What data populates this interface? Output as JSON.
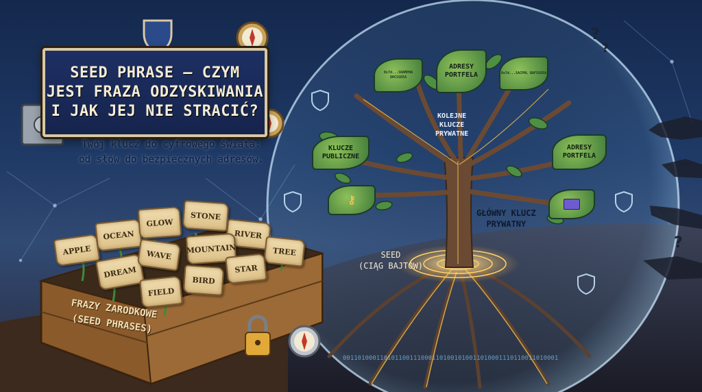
{
  "title": {
    "line1": "SEED PHRASE – CZYM",
    "line2": "JEST FRAZA ODZYSKIWANIA",
    "line3": "I JAK JEJ NIE STRACIĆ?"
  },
  "subtitle": {
    "line1": "Twój klucz do cyfrowego świata:",
    "line2": "od słów do bezpiecznych adresów."
  },
  "seed_words": [
    "APPLE",
    "OCEAN",
    "GLOW",
    "STONE",
    "RIVER",
    "DREAM",
    "WAVE",
    "MOUNTAIN",
    "TREE",
    "FIELD",
    "BIRD",
    "STAR"
  ],
  "crate": {
    "line1": "FRAZY ZARODKOWE",
    "line2": "(SEED PHRASES)"
  },
  "tree": {
    "adresy_top": "ADRESY PORTFELA",
    "kolejne_line1": "KOLEJNE",
    "kolejne_line2": "KLUCZE",
    "kolejne_line3": "PRYWATNE",
    "publiczne_line1": "KLUCZE",
    "publiczne_line2": "PUBLICZNE",
    "adresy_right_line1": "ADRESY",
    "adresy_right_line2": "PORTFELA",
    "main_key_line1": "GŁÓWNY KLUCZ",
    "main_key_line2": "PRYWATNY",
    "seed_line1": "SEED",
    "seed_line2": "(CIĄG BAJTÓW)",
    "leaf_tiny_1": "0x7d...SOAMPHA DHCSSEEA",
    "leaf_tiny_2": "0x7d...SACPHL BAFSSEEA"
  },
  "binary": "0011010001101011001110001101001010011010001110110011010001",
  "colors": {
    "accent_gold": "#f2c14e",
    "sphere_glow": "#9fd6ff",
    "banner_bg": "#1d2f63",
    "leaf_green": "#6aa84f",
    "wood": "#8a5a2b"
  },
  "icons": [
    "shield-icon",
    "compass-icon",
    "safe-icon",
    "padlock-icon",
    "wallet-icon",
    "key-icon",
    "question-mark-icon"
  ]
}
